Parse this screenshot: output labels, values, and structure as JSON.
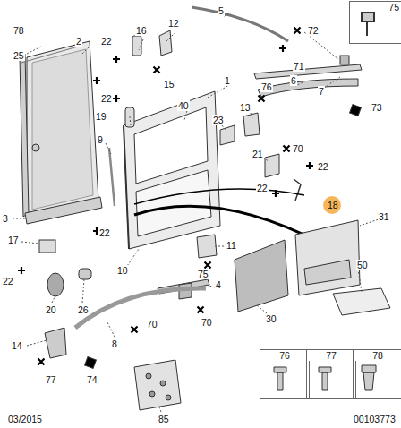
{
  "diagram": {
    "nodes": [
      {
        "text": [
          "75"
        ]
      },
      {
        "text": [
          "76"
        ]
      },
      {
        "text": [
          "77"
        ]
      },
      {
        "text": [
          "78"
        ]
      }
    ],
    "labels": [
      "78",
      "2",
      "25",
      "22",
      "16",
      "12",
      "5",
      "72",
      "71",
      "22",
      "15",
      "19",
      "40",
      "1",
      "7",
      "6",
      "76",
      "73",
      "23",
      "13",
      "70",
      "21",
      "22",
      "9",
      "22",
      "18",
      "31",
      "3",
      "17",
      "22",
      "11",
      "22",
      "10",
      "75",
      "4",
      "30",
      "50",
      "20",
      "26",
      "70",
      "70",
      "14",
      "8",
      "77",
      "74",
      "85",
      "03/2015",
      "00103773"
    ]
  }
}
